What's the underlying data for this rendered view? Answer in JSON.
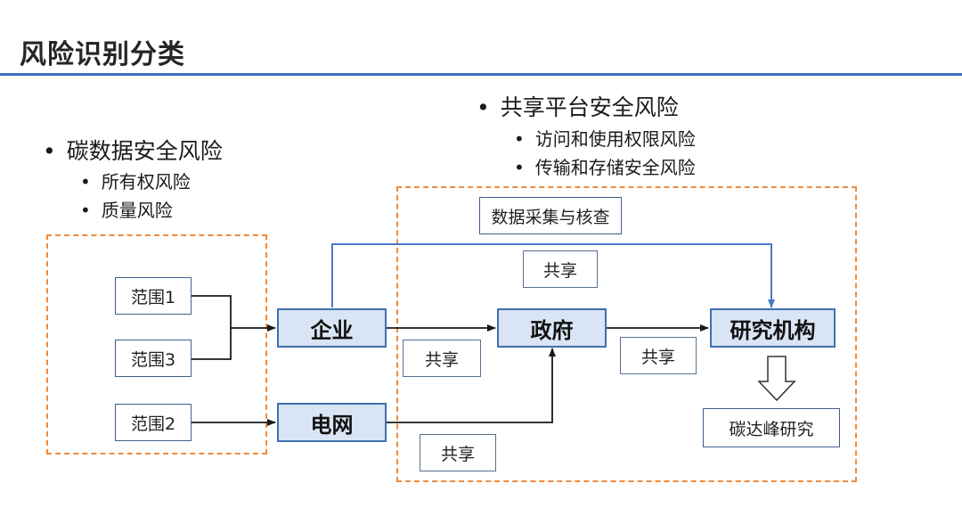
{
  "header": {
    "title": "风险识别分类"
  },
  "risk_groups": {
    "carbon": {
      "title": "碳数据安全风险",
      "items": [
        "所有权风险",
        "质量风险"
      ]
    },
    "platform": {
      "title": "共享平台安全风险",
      "items": [
        "访问和使用权限风险",
        "传输和存储安全风险"
      ]
    }
  },
  "bullet_glyph": "•",
  "diagram": {
    "scopes": [
      "范围1",
      "范围3",
      "范围2"
    ],
    "entities": {
      "enterprise": "企业",
      "grid": "电网",
      "government": "政府",
      "research": "研究机构"
    },
    "data_collection": "数据采集与核查",
    "share_label": "共享",
    "outcome": "碳达峰研究"
  },
  "colors": {
    "accent_rule": "#3a6fc0",
    "dashed_border": "#f08a3a",
    "entity_fill": "#d9e4f4",
    "connector": "#1a1a1a",
    "blue_connector": "#4a78c8"
  }
}
